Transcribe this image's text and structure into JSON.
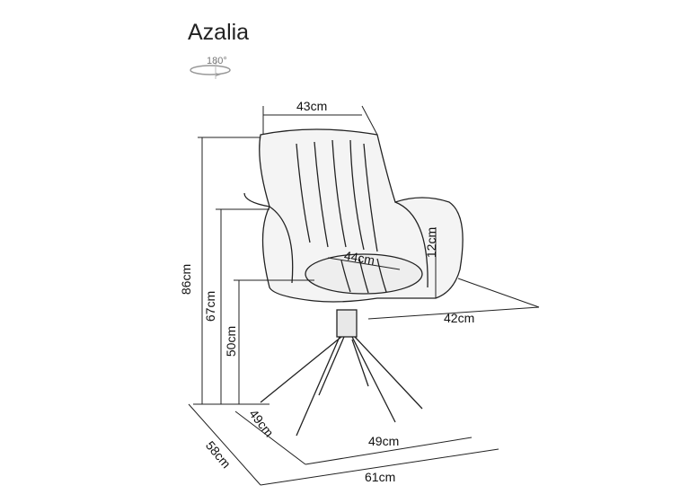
{
  "title": "Azalia",
  "rotation_label": "180°",
  "dimensions": {
    "seat_back_width": "43cm",
    "seat_depth": "44cm",
    "armrest_height": "12cm",
    "seat_width": "42cm",
    "total_height": "86cm",
    "armrest_floor_height": "67cm",
    "seat_height": "50cm",
    "base_depth": "49cm",
    "base_width": "49cm",
    "total_depth": "58cm",
    "total_width": "61cm"
  }
}
